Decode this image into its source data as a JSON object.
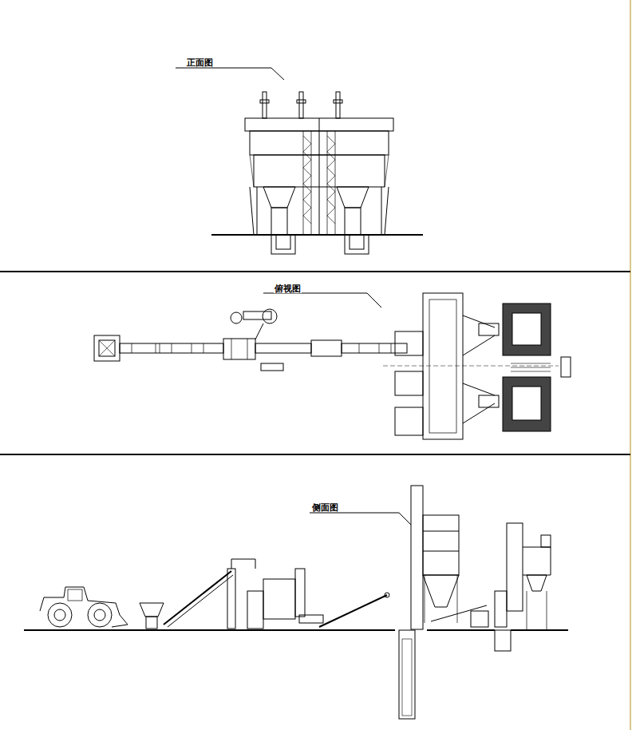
{
  "diagram": {
    "labels": [
      "正面图",
      "俯视图",
      "侧面图"
    ]
  }
}
